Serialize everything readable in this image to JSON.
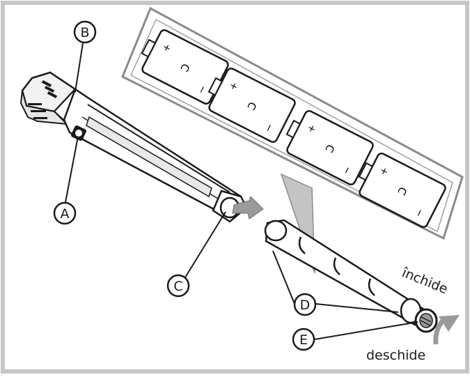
{
  "callouts": {
    "a": "A",
    "b": "B",
    "c": "C",
    "d": "D",
    "e": "E"
  },
  "actions": {
    "close": "închide",
    "open": "deschide"
  },
  "battery_inset": {
    "batteries": [
      {
        "plus": "+",
        "type": "C",
        "minus": "−"
      },
      {
        "plus": "+",
        "type": "C",
        "minus": "−"
      },
      {
        "plus": "+",
        "type": "C",
        "minus": "−"
      },
      {
        "plus": "+",
        "type": "C",
        "minus": "−"
      }
    ]
  },
  "colors": {
    "line": "#1a1a1a",
    "frame": "#c6c6c6",
    "inset_border": "#8a8a8a",
    "shade": "#bdbdbd",
    "arrow": "#9a9a9a"
  }
}
